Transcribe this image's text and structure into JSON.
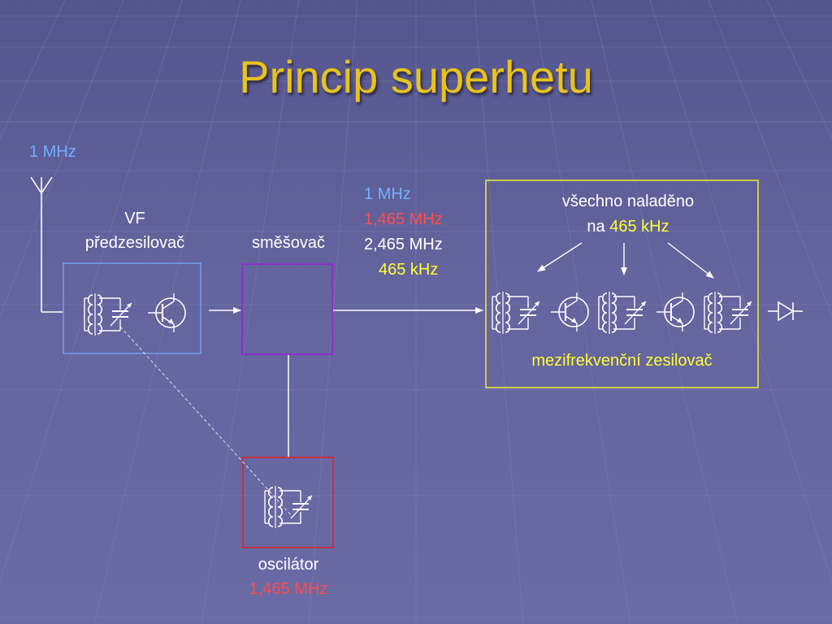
{
  "title": "Princip superhetu",
  "antenna_freq": "1 MHz",
  "rf_amp": {
    "line1": "VF",
    "line2": "předzesilovač"
  },
  "mixer": {
    "label": "směšovač"
  },
  "mixer_output": [
    "1 MHz",
    "1,465 MHz",
    "2,465 MHz",
    "465 kHz"
  ],
  "if_tuning": {
    "line1": "všechno naladěno",
    "prefix": "na",
    "value": "465 kHz"
  },
  "if_amp": {
    "label": "mezifrekvenční zesilovač"
  },
  "oscillator": {
    "label": "oscilátor",
    "freq": "1,465 MHz"
  },
  "colors": {
    "title": "#e8c31c",
    "rf_box": "#6fa3e6",
    "mixer_box": "#9a1fd6",
    "osc_box": "#e02222",
    "if_box": "#f0f036",
    "blue_text": "#6fb0ff",
    "red_text": "#ff4c4c",
    "yellow_text": "#ffff33",
    "background": "#5b5b96"
  }
}
